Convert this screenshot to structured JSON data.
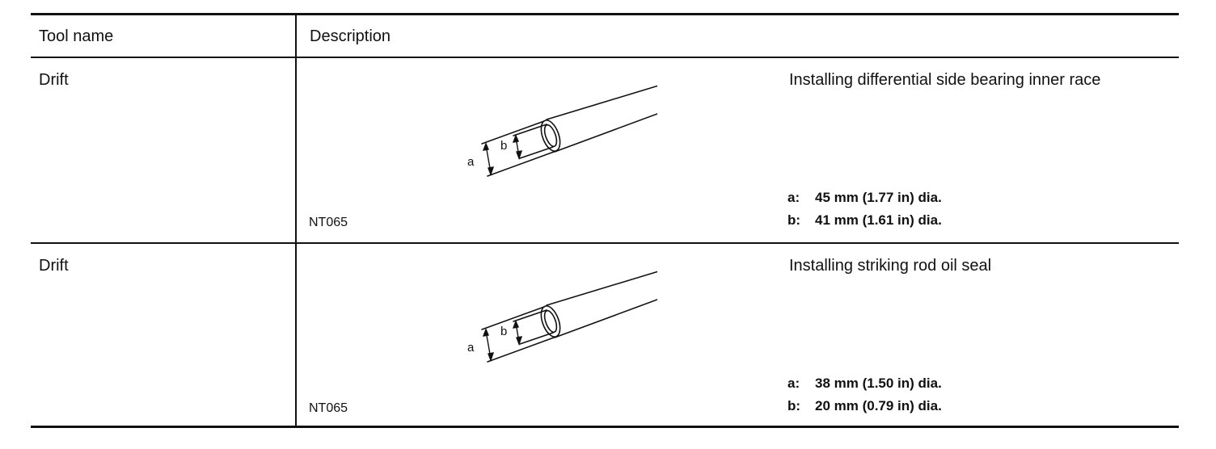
{
  "table": {
    "header": {
      "tool_name": "Tool name",
      "description": "Description"
    },
    "rows": [
      {
        "tool_name": "Drift",
        "figure_code": "NT065",
        "figure_labels": {
          "a": "a",
          "b": "b"
        },
        "purpose": "Installing differential side bearing inner race",
        "dimensions": [
          {
            "letter": "a",
            "value": "45 mm (1.77 in) dia."
          },
          {
            "letter": "b",
            "value": "41 mm (1.61 in) dia."
          }
        ]
      },
      {
        "tool_name": "Drift",
        "figure_code": "NT065",
        "figure_labels": {
          "a": "a",
          "b": "b"
        },
        "purpose": "Installing striking rod oil seal",
        "dimensions": [
          {
            "letter": "a",
            "value": "38 mm (1.50 in) dia."
          },
          {
            "letter": "b",
            "value": "20 mm (0.79 in) dia."
          }
        ]
      }
    ]
  }
}
